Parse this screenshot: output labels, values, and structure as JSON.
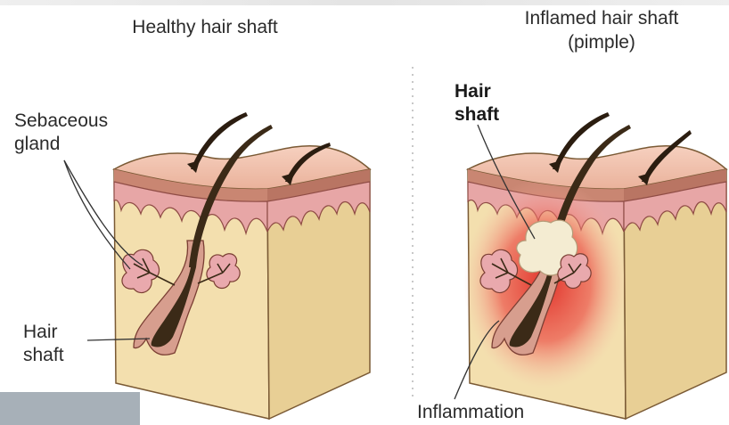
{
  "panels": {
    "healthy": {
      "title": "Healthy hair shaft",
      "label_gland_1": "Sebaceous",
      "label_gland_2": "gland",
      "label_hair_1": "Hair",
      "label_hair_2": "shaft"
    },
    "inflamed": {
      "title_1": "Inflamed hair shaft",
      "title_2": "(pimple)",
      "label_hair_1": "Hair",
      "label_hair_2": "shaft",
      "label_inflammation": "Inflammation"
    }
  },
  "colors": {
    "skin_top": "#f2c0aa",
    "dermis_pink": "#e7a6a6",
    "fat_tan": "#f3dfae",
    "side_tan": "#e8cf95",
    "hair_dark": "#3b2a17",
    "inflammation_red": "#e8483f",
    "pus_cream": "#f4ecd2"
  }
}
